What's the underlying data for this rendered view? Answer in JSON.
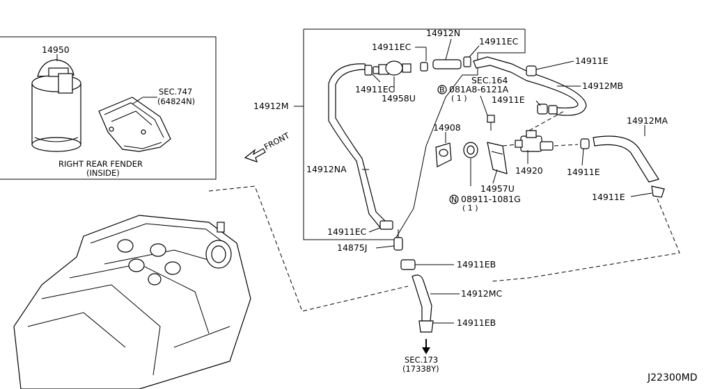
{
  "diagram_code": "J22300MD",
  "inset": {
    "part_number": "14950",
    "sec_ref": "SEC.747",
    "sec_sub": "(64824N)",
    "caption_line1": "RIGHT REAR FENDER",
    "caption_line2": "(INSIDE)"
  },
  "front_label": "FRONT",
  "parts": {
    "p14912M": "14912M",
    "p14912N": "14912N",
    "p14911EC_a": "14911EC",
    "p14911EC_b": "14911EC",
    "p14911EC_c": "14911EC",
    "p14911EC_d": "14911EC",
    "p14958U": "14958U",
    "p14912NA": "14912NA",
    "p14911E_a": "14911E",
    "p14911E_b": "14911E",
    "p14911E_c": "14911E",
    "p14911E_d": "14911E",
    "p14912MB": "14912MB",
    "p14912MA": "14912MA",
    "p14908": "14908",
    "p14920": "14920",
    "p14957U": "14957U",
    "p14875J": "14875J",
    "p14911EB_a": "14911EB",
    "p14911EB_b": "14911EB",
    "p14912MC": "14912MC"
  },
  "sec164": "SEC.164",
  "bolt_marker": "B",
  "bolt_part": "081A8-6121A",
  "bolt_qty": "( 1 )",
  "nut_marker": "N",
  "nut_part": "08911-1081G",
  "nut_qty": "( 1 )",
  "sec173": "SEC.173",
  "sec173_sub": "(17338Y)"
}
